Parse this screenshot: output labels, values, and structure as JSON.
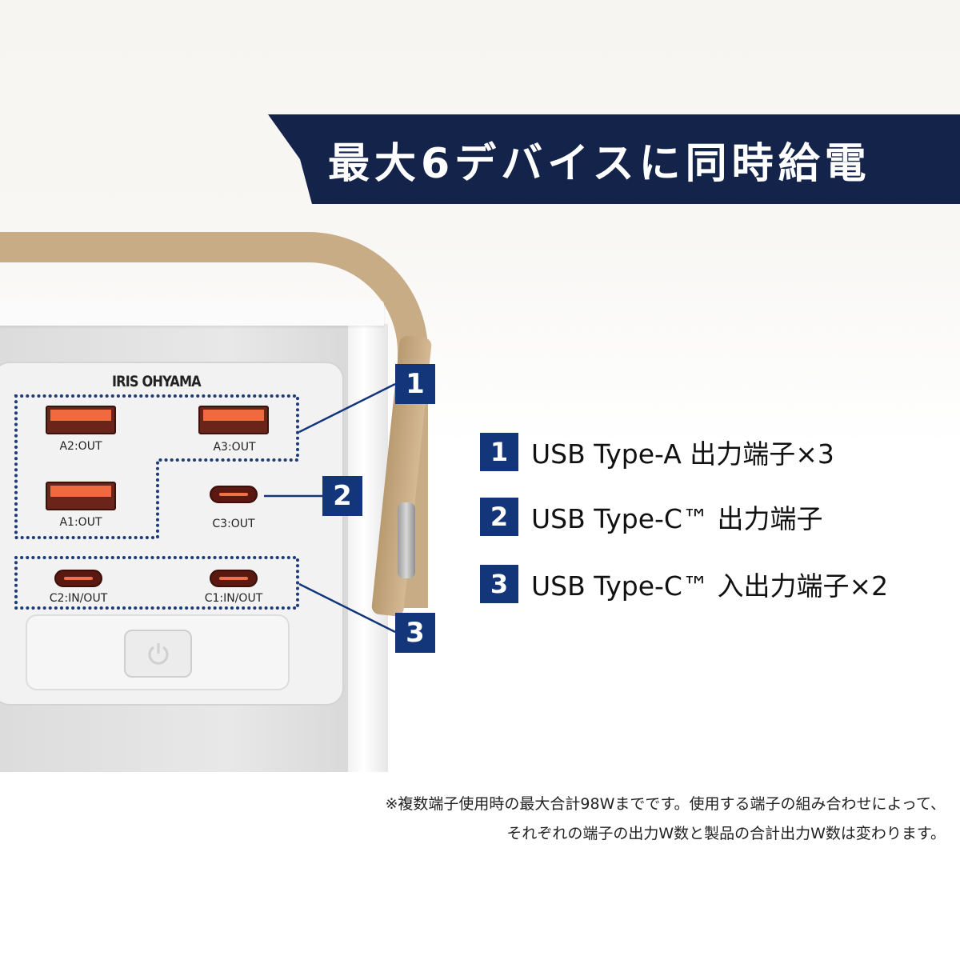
{
  "banner": {
    "title": "最大6デバイスに同時給電"
  },
  "device": {
    "brand": "IRIS OHYAMA",
    "ports": {
      "a2": "A2:OUT",
      "a3": "A3:OUT",
      "a1": "A1:OUT",
      "c3": "C3:OUT",
      "c2": "C2:IN/OUT",
      "c1": "C1:IN/OUT"
    },
    "callouts": [
      "1",
      "2",
      "3"
    ]
  },
  "legend": [
    {
      "num": "1",
      "text": "USB Type-A 出力端子×3"
    },
    {
      "num": "2",
      "text": "USB Type-C™ 出力端子"
    },
    {
      "num": "3",
      "text": "USB Type-C™ 入出力端子×2"
    }
  ],
  "note": {
    "line1": "※複数端子使用時の最大合計98Wまでです。使用する端子の組み合わせによって、",
    "line2": "それぞれの端子の出力W数と製品の合計出力W数は変わります。"
  },
  "colors": {
    "navy": "#13234a",
    "callout": "#13357a",
    "port": "#ef6a3e",
    "handle": "#c8ac86"
  }
}
